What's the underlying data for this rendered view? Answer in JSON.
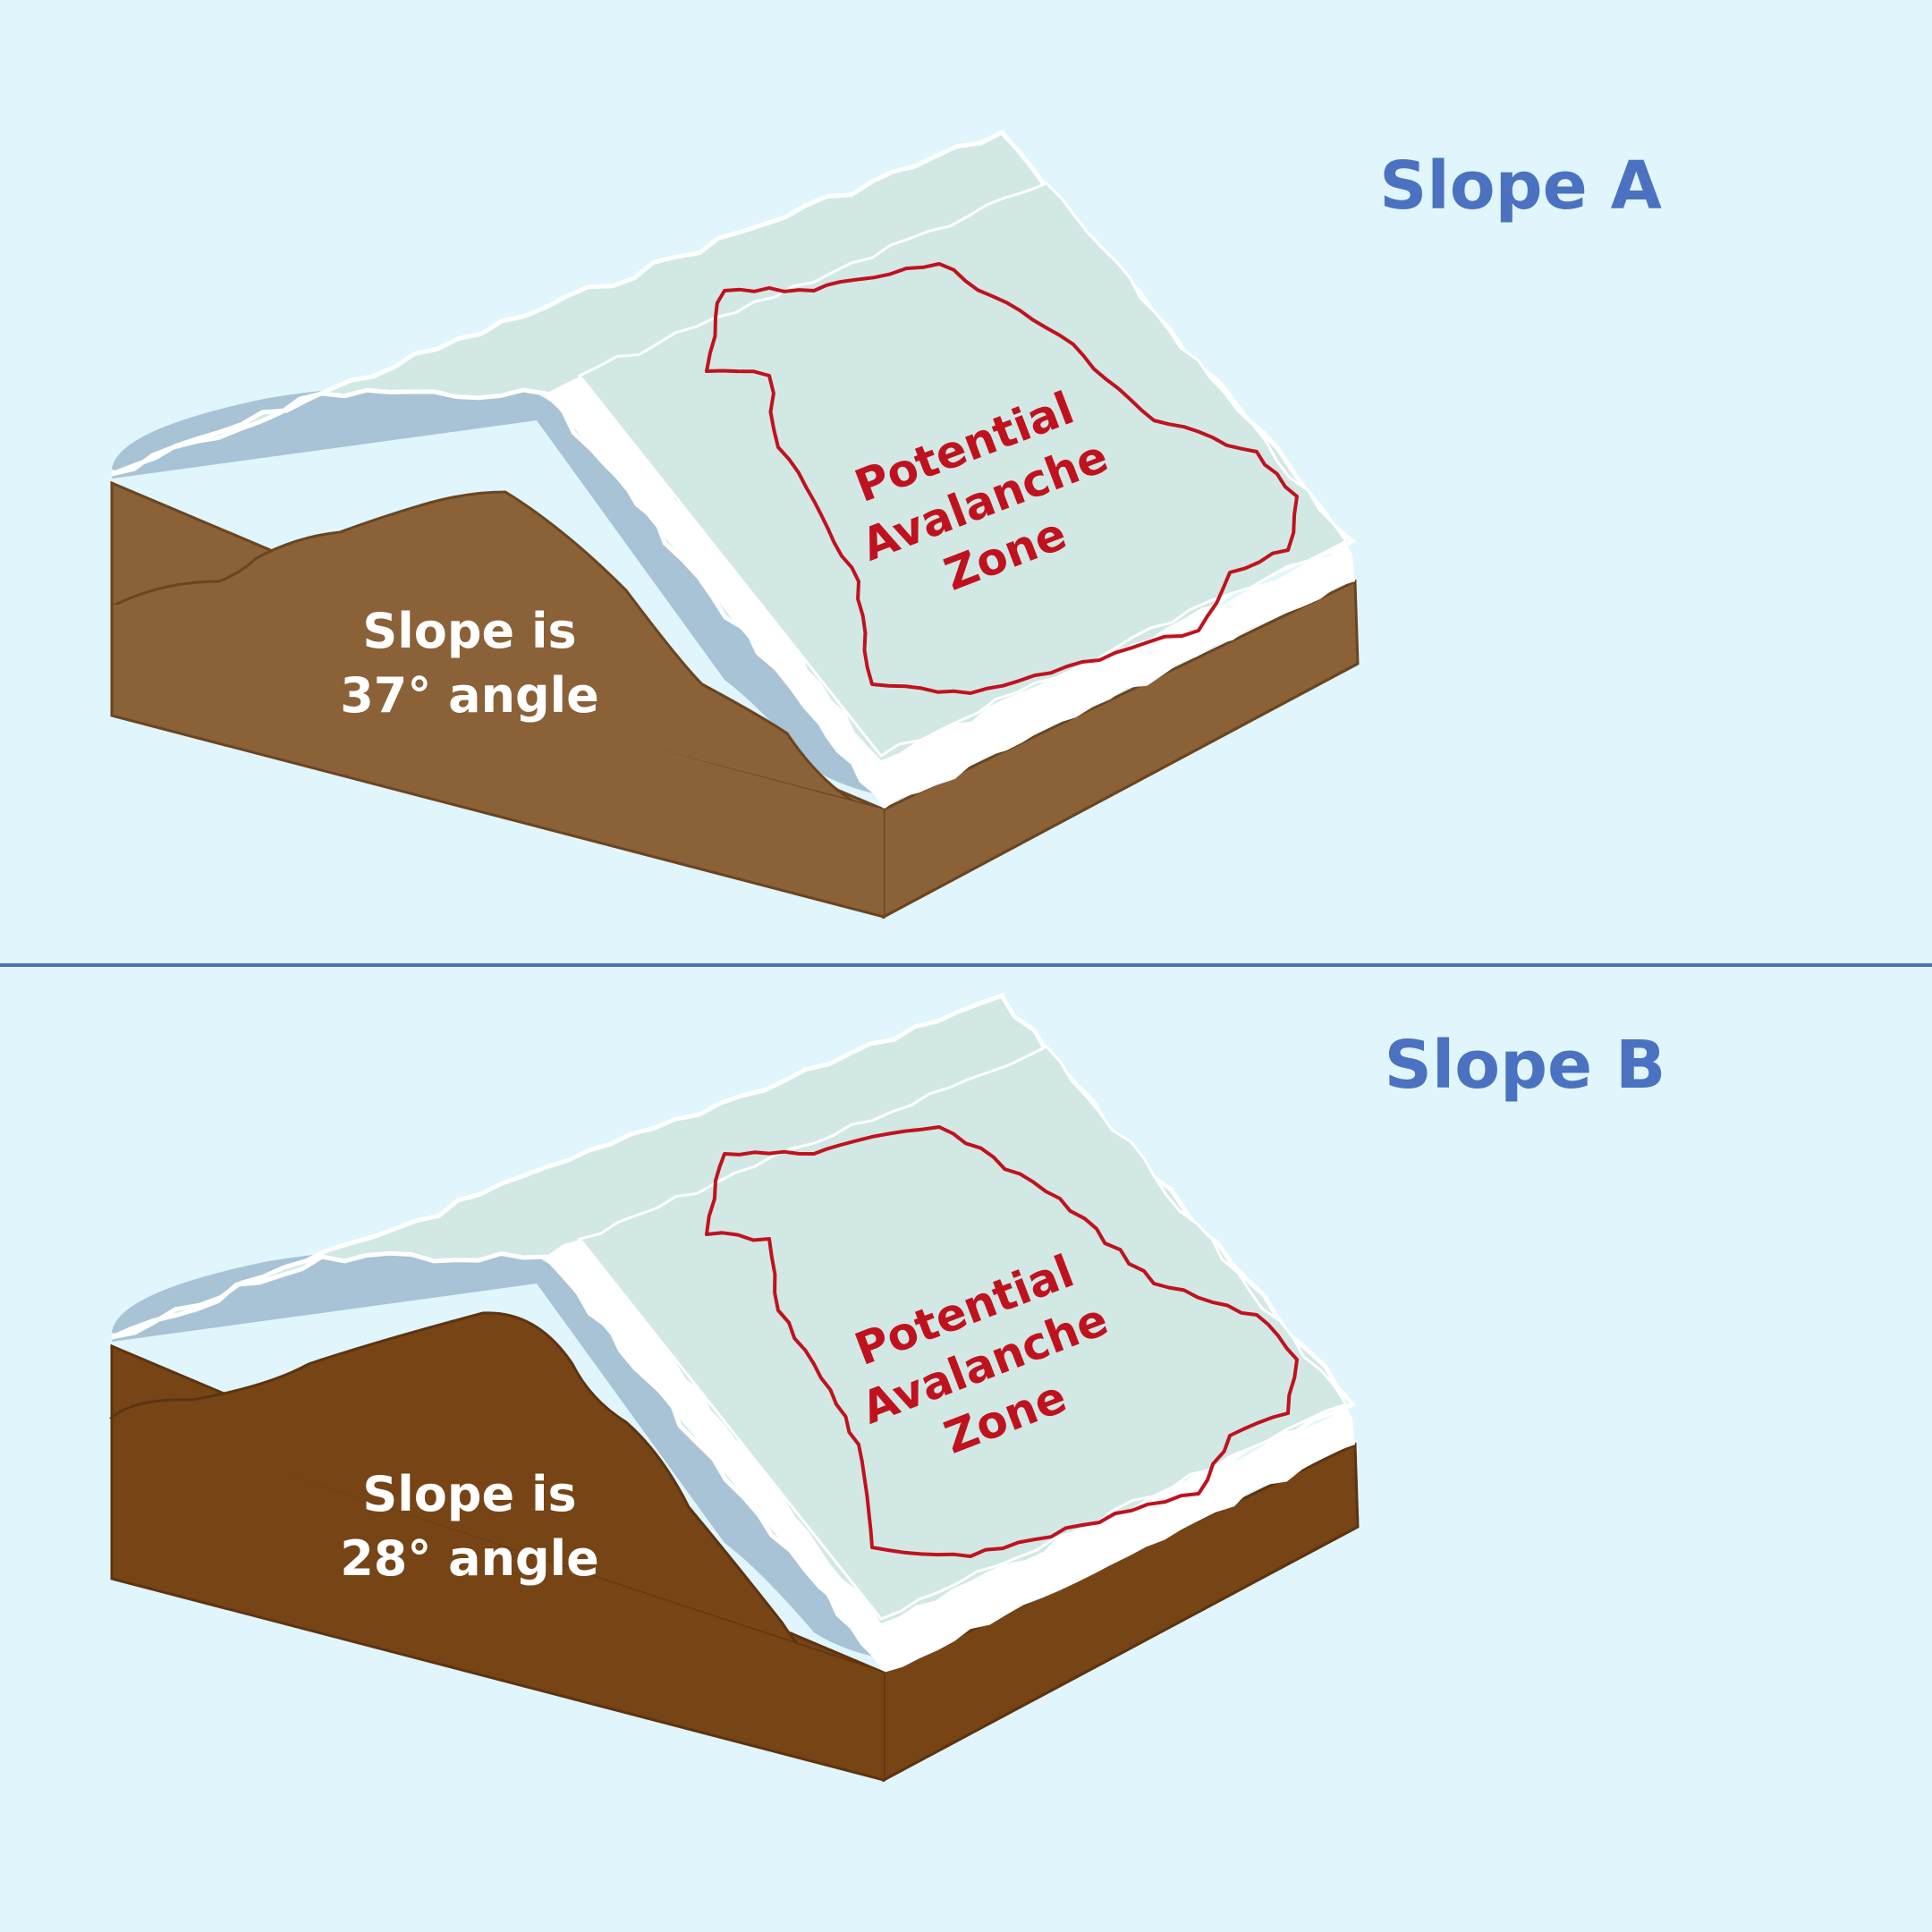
{
  "colors": {
    "background": "#e0f5fc",
    "divider": "#4a72c0",
    "title": "#4a72c0",
    "zone_outline": "#c0121e",
    "zone_text": "#c0121e",
    "label_text": "#ffffff",
    "snow_top": "#d2e8e5",
    "snow_shadow": "#a7c3d5",
    "snow_edge": "#ffffff"
  },
  "panels": [
    {
      "title": "Slope A",
      "angle_lines": [
        "Slope is",
        "37° angle"
      ],
      "angle_degrees": 37,
      "zone_lines": [
        "Potential",
        "Avalanche",
        "Zone"
      ],
      "ground_color": "#8b6138",
      "ground_stroke": "#6a4520"
    },
    {
      "title": "Slope B",
      "angle_lines": [
        "Slope is",
        "28° angle"
      ],
      "angle_degrees": 28,
      "zone_lines": [
        "Potential",
        "Avalanche",
        "Zone"
      ],
      "ground_color": "#774416",
      "ground_stroke": "#5d3410"
    }
  ]
}
